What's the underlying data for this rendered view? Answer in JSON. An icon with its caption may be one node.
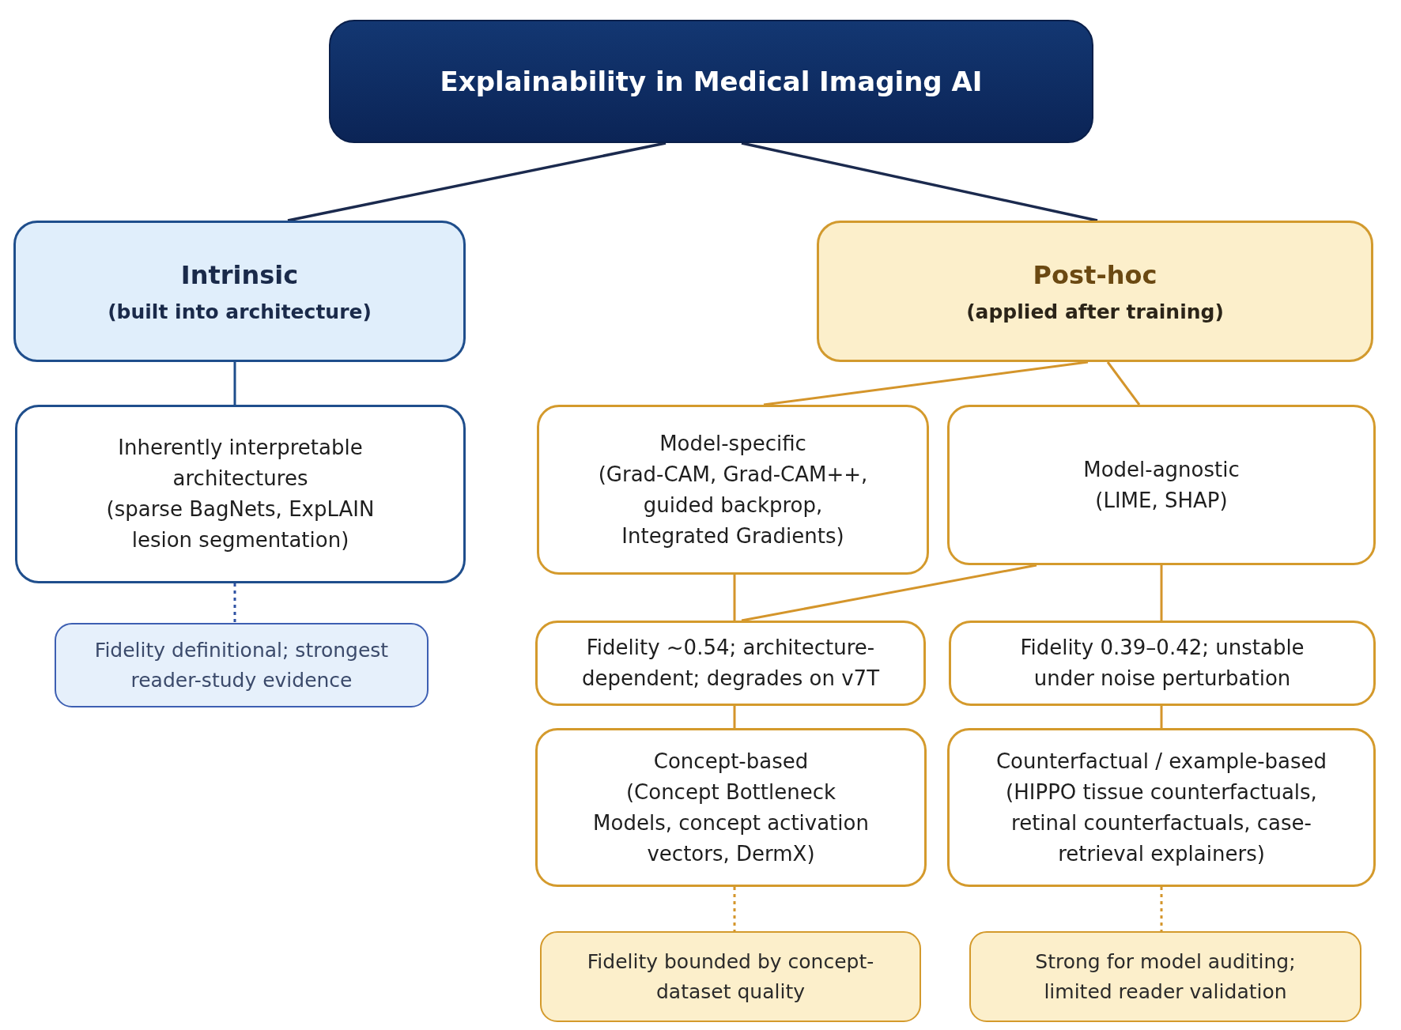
{
  "diagram": {
    "nodes": [
      {
        "text": [
          "Explainability in Medical Imaging AI"
        ]
      },
      {
        "text": [
          "Intrinsic",
          "(built into architecture)"
        ]
      },
      {
        "text": [
          "Post-hoc",
          "(applied after training)"
        ]
      },
      {
        "text": [
          "Inherently interpretable architectures",
          "(sparse BagNets, ExpLAIN lesion segmentation)"
        ]
      },
      {
        "text": [
          "Model-specific",
          "(Grad-CAM, Grad-CAM++, guided backprop, Integrated Gradients)"
        ]
      },
      {
        "text": [
          "Model-agnostic",
          "(LIME, SHAP)"
        ]
      },
      {
        "text": [
          "Fidelity definitional; strongest reader-study evidence"
        ]
      },
      {
        "text": [
          "Fidelity ~0.54; architecture-dependent; degrades on v7T"
        ]
      },
      {
        "text": [
          "Fidelity 0.39–0.42; unstable under noise perturbation"
        ]
      },
      {
        "text": [
          "Concept-based",
          "(Concept Bottleneck Models, concept activation vectors, DermX)"
        ]
      },
      {
        "text": [
          "Counterfactual / example-based",
          "(HIPPO tissue counterfactuals, retinal counterfactuals, case-retrieval explainers)"
        ]
      },
      {
        "text": [
          "Fidelity bounded by concept-dataset quality"
        ]
      },
      {
        "text": [
          "Strong for model auditing; limited reader validation"
        ]
      }
    ],
    "edges": [
      {
        "from": 0,
        "to": 1,
        "arrow": "none",
        "color": "#1b2a4e"
      },
      {
        "from": 0,
        "to": 2,
        "arrow": "none",
        "color": "#1b2a4e"
      },
      {
        "from": 1,
        "to": 3,
        "arrow": "none",
        "color": "#1f4e8c"
      },
      {
        "from": 3,
        "to": 6,
        "arrow": "none",
        "style": "dashed",
        "color": "#2f52a3"
      },
      {
        "from": 2,
        "to": 4,
        "arrow": "none"
      },
      {
        "from": 2,
        "to": 5,
        "arrow": "none"
      },
      {
        "from": 4,
        "to": 7,
        "arrow": "none"
      },
      {
        "from": 5,
        "to": 7,
        "arrow": "none"
      },
      {
        "from": 5,
        "to": 8,
        "arrow": "none"
      },
      {
        "from": 7,
        "to": 9,
        "arrow": "none"
      },
      {
        "from": 8,
        "to": 10,
        "arrow": "none"
      },
      {
        "from": 9,
        "to": 11,
        "arrow": "none",
        "style": "dashed"
      },
      {
        "from": 10,
        "to": 12,
        "arrow": "none",
        "style": "dashed"
      }
    ]
  }
}
